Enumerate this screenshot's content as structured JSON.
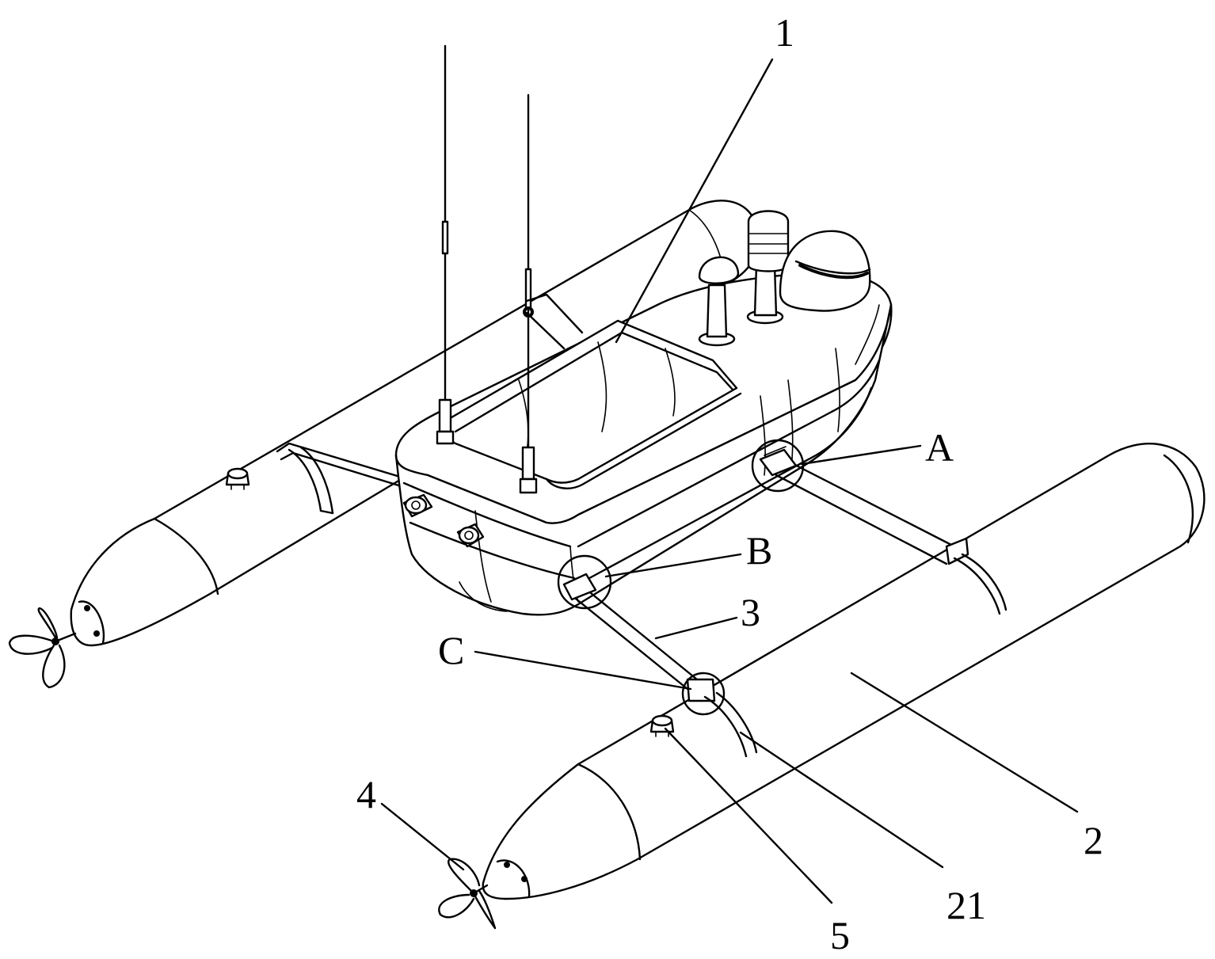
{
  "figure": {
    "background": "#ffffff",
    "line_color": "#000000"
  },
  "labels": {
    "main_hull": "1",
    "float": "2",
    "connecting_rod": "3",
    "propeller": "4",
    "fitting": "5",
    "float_bracket": "21",
    "detail_a": "A",
    "detail_b": "B",
    "detail_c": "C"
  }
}
